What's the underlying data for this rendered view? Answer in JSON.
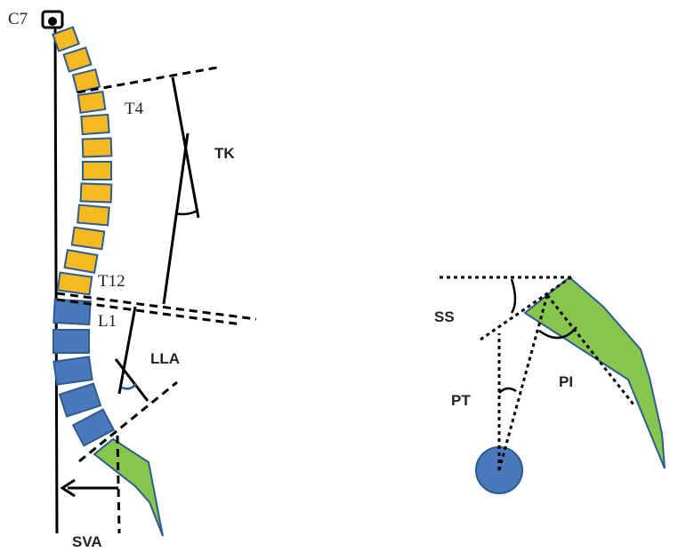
{
  "labels": {
    "c7": "C7",
    "t4": "T4",
    "t12": "T12",
    "l1": "L1",
    "tk": "TK",
    "lla": "LLA",
    "sva": "SVA",
    "ss": "SS",
    "pt": "PT",
    "pi": "PI"
  },
  "colors": {
    "thoracic_vertebra": "#F5B921",
    "lumbar_vertebra": "#4A78BB",
    "vertebra_outline": "#2F5C8F",
    "sacrum": "#86C64E",
    "femoral_head": "#4A78BB",
    "line": "#000000"
  }
}
